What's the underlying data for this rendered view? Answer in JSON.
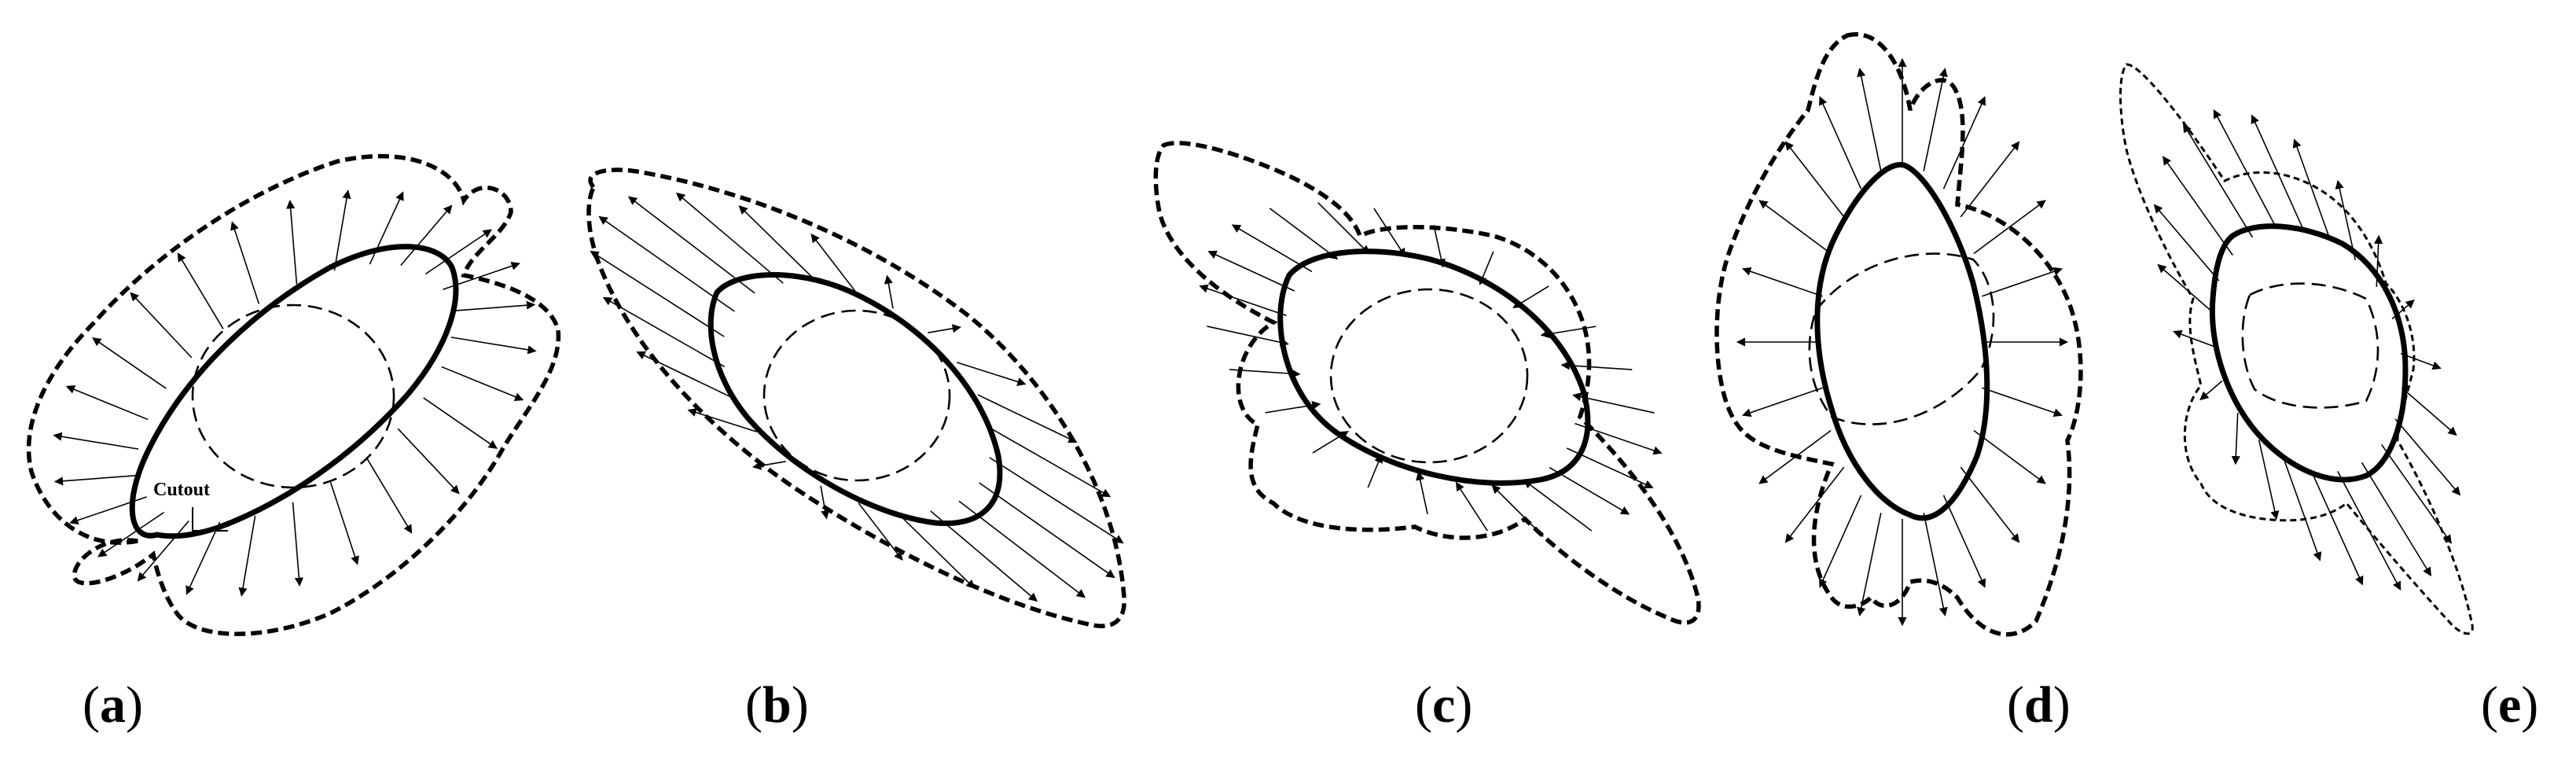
{
  "panels": [
    {
      "id": "a",
      "label": "a",
      "open": "(",
      "close": ")"
    },
    {
      "id": "b",
      "label": "b",
      "open": "(",
      "close": ")"
    },
    {
      "id": "c",
      "label": "c",
      "open": "(",
      "close": ")"
    },
    {
      "id": "d",
      "label": "d",
      "open": "(",
      "close": ")"
    },
    {
      "id": "e",
      "label": "e",
      "open": "(",
      "close": ")"
    }
  ],
  "annotation": {
    "cutout": "Cutout"
  }
}
